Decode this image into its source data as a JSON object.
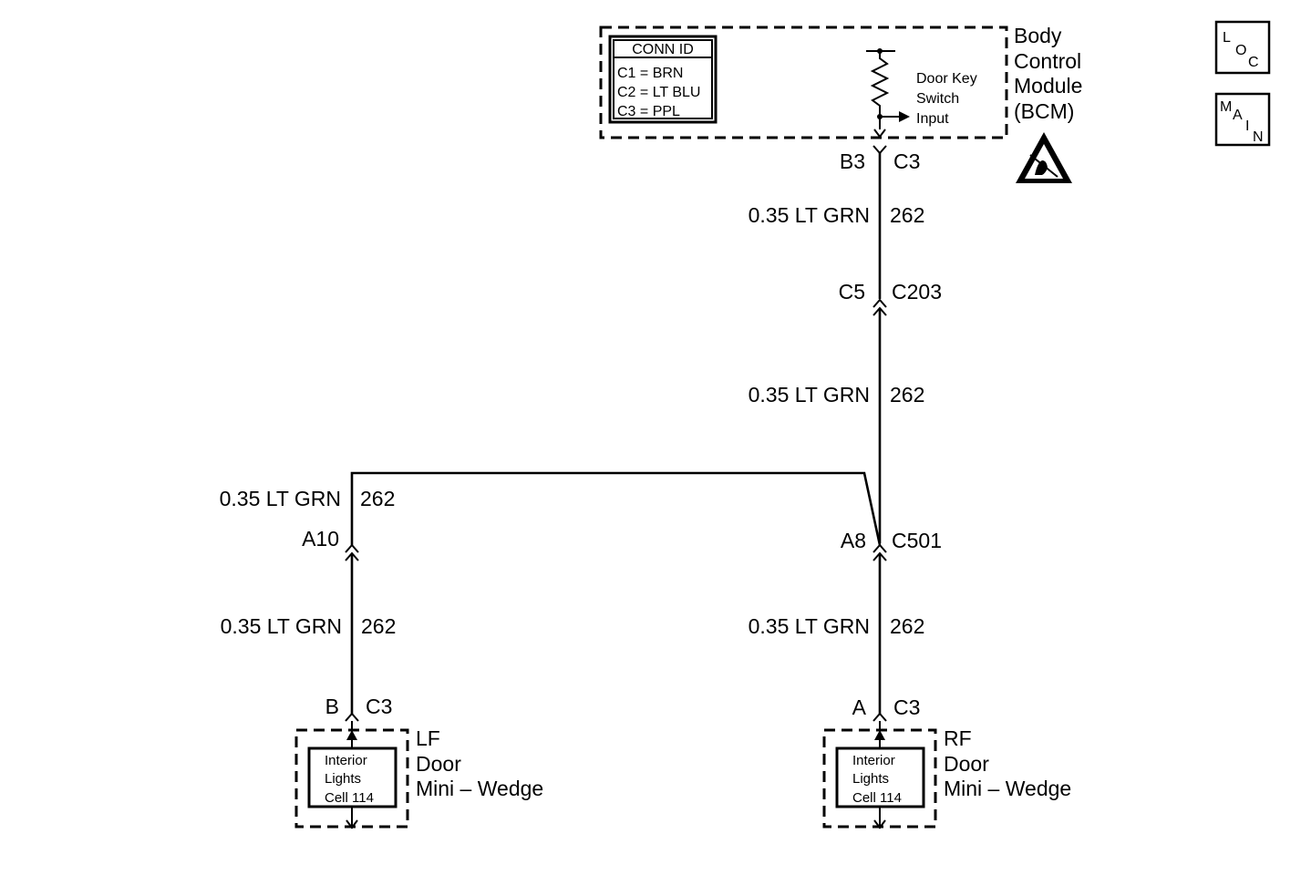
{
  "bcm": {
    "title_lines": [
      "Body",
      "Control",
      "Module",
      "(BCM)"
    ],
    "conn_id": {
      "header": "CONN ID",
      "rows": [
        "C1 = BRN",
        "C2 = LT BLU",
        "C3 = PPL"
      ]
    },
    "input_lines": [
      "Door Key",
      "Switch",
      "Input"
    ],
    "pin": "B3",
    "connector": "C3"
  },
  "wires": {
    "seg1": {
      "gauge_color": "0.35 LT GRN",
      "circuit": "262"
    },
    "seg2": {
      "gauge_color": "0.35 LT GRN",
      "circuit": "262"
    },
    "seg_left_top": {
      "gauge_color": "0.35 LT GRN",
      "circuit": "262"
    },
    "seg_left_bottom": {
      "gauge_color": "0.35 LT GRN",
      "circuit": "262"
    },
    "seg_right_bottom": {
      "gauge_color": "0.35 LT GRN",
      "circuit": "262"
    }
  },
  "connectors": {
    "c203": {
      "pin": "C5",
      "name": "C203"
    },
    "left_inline": {
      "pin": "A10"
    },
    "c501": {
      "pin": "A8",
      "name": "C501"
    }
  },
  "lf_lamp": {
    "pin": "B",
    "connector": "C3",
    "inner_lines": [
      "Interior",
      "Lights",
      "Cell 114"
    ],
    "title_lines": [
      "LF",
      "Door",
      "Mini – Wedge"
    ]
  },
  "rf_lamp": {
    "pin": "A",
    "connector": "C3",
    "inner_lines": [
      "Interior",
      "Lights",
      "Cell 114"
    ],
    "title_lines": [
      "RF",
      "Door",
      "Mini – Wedge"
    ]
  },
  "nav": {
    "loc": [
      "L",
      "O",
      "C"
    ],
    "main": [
      "M",
      "A",
      "I",
      "N"
    ]
  },
  "icons": {
    "esd": "esd-warning-icon",
    "resistor": "pull-up-resistor-icon"
  }
}
